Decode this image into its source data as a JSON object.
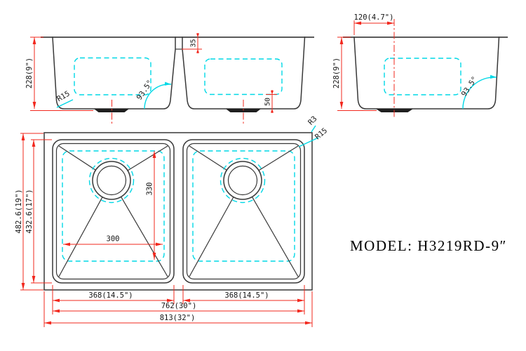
{
  "model_text": "MODEL: H3219RD-9″",
  "front_view": {
    "dim_height": "228(9\")",
    "dim_divider_depth": "35",
    "dim_drain_boss_height": "50",
    "wall_angle": "93.5°",
    "bottom_corner_radius": "R15"
  },
  "side_view": {
    "dim_height": "228(9\")",
    "dim_drain_offset": "120(4.7\")",
    "wall_angle": "93.5°"
  },
  "plan_view": {
    "dim_overall_front_to_back": "482.6(19\")",
    "dim_bowl_front_to_back": "432.6(17\")",
    "dim_drain_vertical": "330",
    "dim_drain_horizontal": "300",
    "dim_left_bowl_width": "368(14.5\")",
    "dim_right_bowl_width": "368(14.5\")",
    "dim_bowls_span": "762(30\")",
    "dim_overall_width": "813(32\")",
    "rim_corner_radius": "R3",
    "bowl_corner_radius": "R15"
  },
  "colors": {
    "outline": "#383838",
    "dimension_red": "#f2281e",
    "highlight_cyan": "#00d8e6",
    "background": "#ffffff",
    "text": "#141414"
  }
}
